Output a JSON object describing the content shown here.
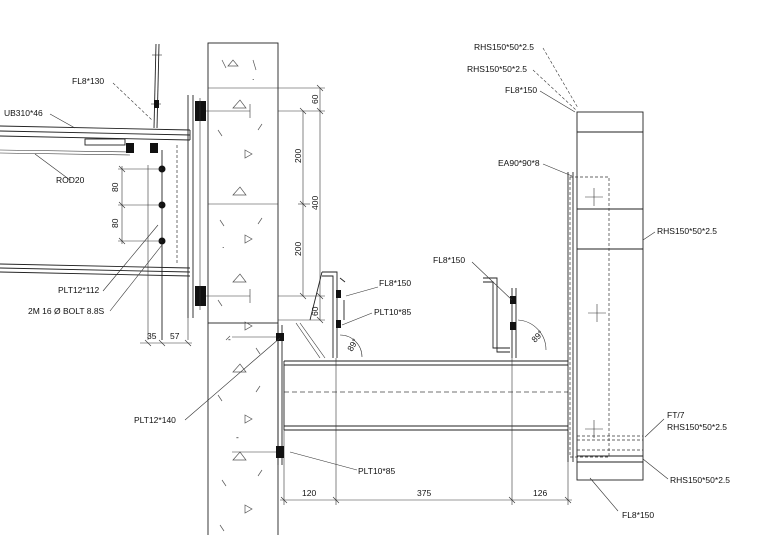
{
  "labels": {
    "fl8_130": "FL8*130",
    "ub310": "UB310*46",
    "rod20": "ROD20",
    "plt12_112": "PLT12*112",
    "bolt": "2M 16 Ø BOLT 8.8S",
    "plt12_140": "PLT12*140",
    "plt10_85_top": "PLT10*85",
    "plt10_85_bottom": "PLT10*85",
    "fl8_150_a": "FL8*150",
    "fl8_150_b": "FL8*150",
    "fl8_150_c": "FL8*150",
    "fl8_150_d": "FL8*150",
    "rhs_1": "RHS150*50*2.5",
    "rhs_2": "RHS150*50*2.5",
    "rhs_3": "RHS150*50*2.5",
    "rhs_4": "RHS150*50*2.5",
    "rhs_5": "RHS150*50*2.5",
    "ea90": "EA90*90*8",
    "ft7": "FT/7",
    "ang_1": "89°",
    "ang_2": "89°"
  },
  "dimensions": {
    "d60_top": "60",
    "d200_a": "200",
    "d400": "400",
    "d200_b": "200",
    "d60_bot": "60",
    "d80_a": "80",
    "d80_b": "80",
    "d35": "35",
    "d57": "57",
    "d120": "120",
    "d375": "375",
    "d126": "126"
  }
}
